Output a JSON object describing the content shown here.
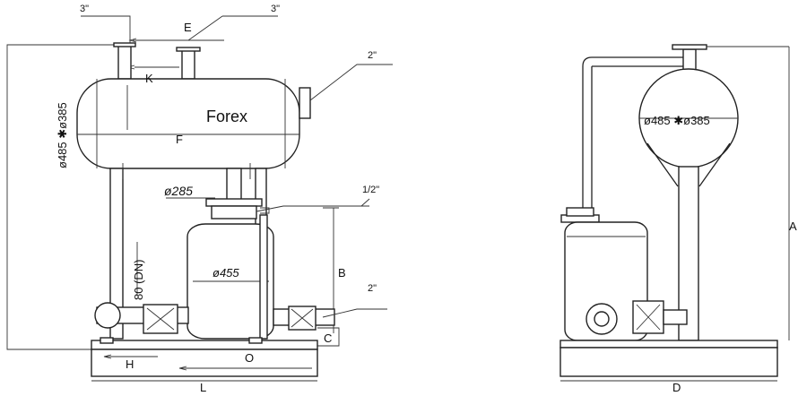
{
  "front_view": {
    "brand_label": "Forex",
    "dimension_labels": {
      "inlet_top_left": "3\"",
      "inlet_top_right": "3\"",
      "E": "E",
      "K": "K",
      "F": "F",
      "vent": "2\"",
      "receiver_dia": "ø485 ✱ø385",
      "quarter": "1/2\"",
      "pump_top_dia": "ø285",
      "pump_dia": "ø455",
      "B": "B",
      "outlet": "2\"",
      "C": "C",
      "dn": "80 (DN)",
      "H": "H",
      "O": "O",
      "L": "L"
    }
  },
  "side_view": {
    "receiver_dia": "ø485 ✱ø385",
    "A": "A",
    "D": "D"
  }
}
